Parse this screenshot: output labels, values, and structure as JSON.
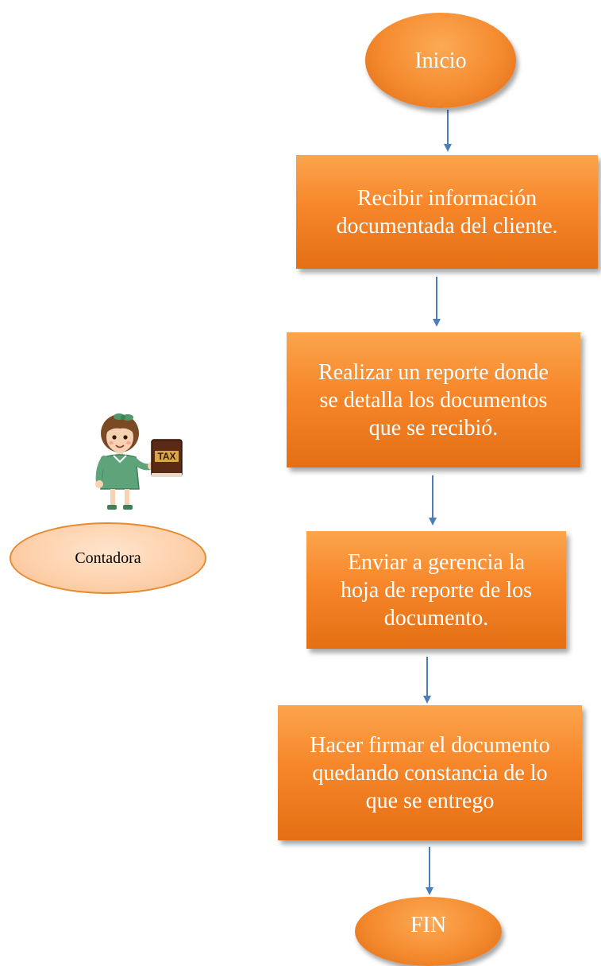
{
  "flow": {
    "start": "Inicio",
    "steps": [
      "Recibir información\ndocumentada del cliente.",
      "Realizar un reporte donde\nse detalla los documentos\nque se recibió.",
      "Enviar a gerencia la\nhoja de reporte de los\ndocumento.",
      "Hacer firmar el documento\nquedando constancia de lo\nque se entrego"
    ],
    "end": "FIN"
  },
  "actor": {
    "label": "Contadora",
    "book_text": "TAX",
    "icon": "accountant-woman-icon"
  },
  "colors": {
    "step_fill": "#f7862a",
    "arrow": "#4a7ebb",
    "actor_fill": "#fdd0aa",
    "actor_border": "#e58a2e"
  }
}
